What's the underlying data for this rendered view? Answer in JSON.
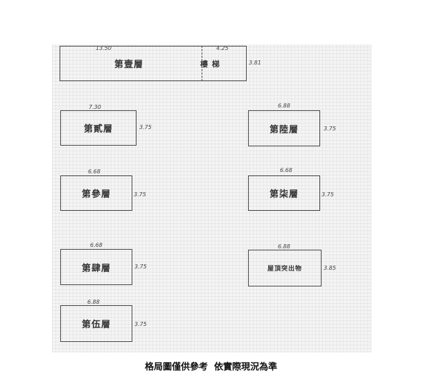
{
  "floors": {
    "f1": {
      "label": "第壹層",
      "width": "13.50"
    },
    "stairs": {
      "label": "樓 梯",
      "width": "4.25",
      "depth": "3.81"
    },
    "f2": {
      "label": "第貳層",
      "width": "7.30",
      "depth": "3.75"
    },
    "f3": {
      "label": "第參層",
      "width": "6.68",
      "depth": "3.75"
    },
    "f4": {
      "label": "第肆層",
      "width": "6.68",
      "depth": "3.75"
    },
    "f5": {
      "label": "第伍層",
      "width": "6.88",
      "depth": "3.75"
    },
    "f6": {
      "label": "第陸層",
      "width": "6.88",
      "depth": "3.75"
    },
    "f7": {
      "label": "第柒層",
      "width": "6.68",
      "depth": "3.75"
    },
    "roof": {
      "label": "屋頂突出物",
      "width": "6.88",
      "depth": "3.85"
    }
  },
  "caption": "格局圖僅供參考  依實際現況為準"
}
